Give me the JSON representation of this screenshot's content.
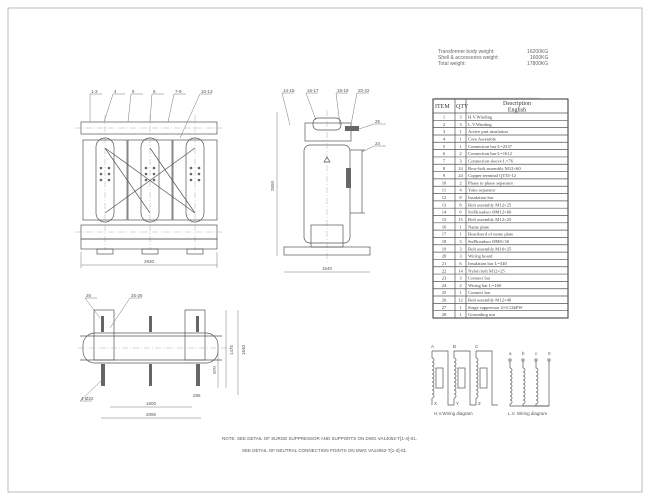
{
  "weights": {
    "body_label": "Transformer body weight:",
    "body_value": "16200KG",
    "shell_label": "Shell & accessories weight:",
    "shell_value": "1600KG",
    "total_label": "Total weight:",
    "total_value": "17800KG"
  },
  "table": {
    "headers": {
      "item": "ITEM",
      "qty": "QTY",
      "desc": "Description",
      "desc_sub": "English"
    },
    "rows": [
      [
        "1",
        "3",
        "H.V.Winding"
      ],
      [
        "2",
        "3",
        "L.V.Winding"
      ],
      [
        "3",
        "1",
        "Active part insulation"
      ],
      [
        "4",
        "1",
        "Core Assemble"
      ],
      [
        "5",
        "1",
        "Connection bar L=2337"
      ],
      [
        "6",
        "2",
        "Connection bar L=1612"
      ],
      [
        "7",
        "3",
        "Connection sleeve L=76"
      ],
      [
        "8",
        "24",
        "Bow-bolt assembly M12×60"
      ],
      [
        "9",
        "24",
        "Copper terminal QT35-12"
      ],
      [
        "10",
        "2",
        "Phase to phase separator"
      ],
      [
        "11",
        "4",
        "Yoke separator"
      ],
      [
        "12",
        "8",
        "Insulation bar"
      ],
      [
        "13",
        "8",
        "Bolt assembly M12×25"
      ],
      [
        "14",
        "6",
        "Sn/Broadsor ØM12×60"
      ],
      [
        "15",
        "15",
        "Bolt assembly M12×25"
      ],
      [
        "16",
        "1",
        "Name plate"
      ],
      [
        "17",
        "1",
        "Boardsord of name plate"
      ],
      [
        "18",
        "3",
        "Sn/Broadsor ØM8×30"
      ],
      [
        "19",
        "3",
        "Bolt assembly M16×25"
      ],
      [
        "20",
        "3",
        "Wiring board"
      ],
      [
        "21",
        "6",
        "Insulation bar L=340"
      ],
      [
        "22",
        "14",
        "Nylon bolt M12×25"
      ],
      [
        "23",
        "3",
        "Connect bar"
      ],
      [
        "24",
        "2",
        "Wiring bar L=160"
      ],
      [
        "25",
        "1",
        "Connect bar"
      ],
      [
        "26",
        "12",
        "Bolt assembly M12×40"
      ],
      [
        "27",
        "1",
        "Surge suppressor 2×0.12kPW"
      ],
      [
        "28",
        "1",
        "Grounding nut"
      ]
    ]
  },
  "front_view": {
    "callouts": [
      "1-3",
      "4",
      "5",
      "6",
      "7-9",
      "10-13"
    ],
    "width_dim": "2930"
  },
  "side_view": {
    "callouts": [
      "14-15",
      "16-17",
      "18-19",
      "20-22",
      "25",
      "24"
    ],
    "height_dim": "2650",
    "width_dim": "1540"
  },
  "plan_view": {
    "callouts": [
      "26",
      "25-26",
      "4-Ø22"
    ],
    "dims": {
      "overall_depth": "1640",
      "depth": "1475",
      "center": "870",
      "foot": "285",
      "gauge": "1600",
      "length": "2095"
    }
  },
  "wiring": {
    "hv_label": "H.V.Wiring diagram",
    "lv_label": "L.V. Wiring diagram",
    "hv_terminals": [
      "A",
      "B",
      "C"
    ],
    "hv_ends": [
      "X",
      "Y",
      "Z"
    ],
    "lv_terminals": [
      "a",
      "b",
      "c",
      "0"
    ]
  },
  "notes": {
    "line1": "NOTE: SEE DETAIL OF SURGE SUPPRESSOR AND SUPPORTS ON DWG VA14052-T[1-4]-01.",
    "line2": "SEE DETAIL OF NEUTRAL CONNECTION POINTS ON DWG VA14052-T[1-4]-01."
  }
}
